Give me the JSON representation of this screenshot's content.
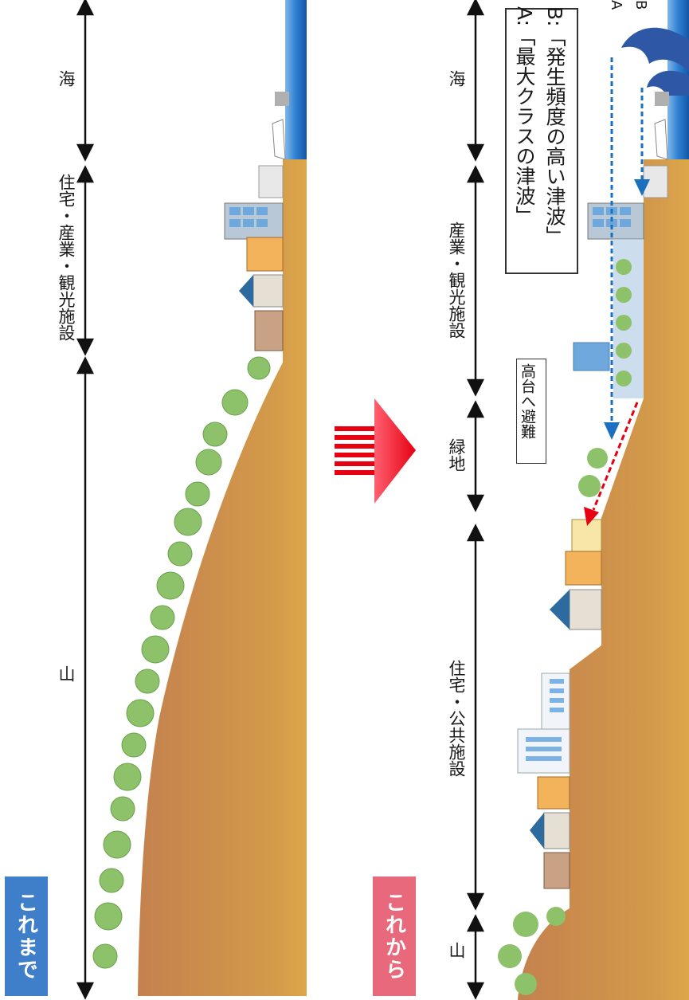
{
  "badges": {
    "before": "これまで",
    "after": "これから",
    "before_color": "#3f7fc9",
    "after_color": "#e8697c"
  },
  "before": {
    "zones": [
      {
        "label": "海",
        "from": 0,
        "to": 195
      },
      {
        "label": "住宅・産業・観光施設",
        "from": 205,
        "to": 440
      },
      {
        "label": "山",
        "from": 450,
        "to": 1250
      }
    ]
  },
  "after": {
    "zones": [
      {
        "label": "海",
        "from": 0,
        "to": 195
      },
      {
        "label": "産業・観光施設",
        "from": 205,
        "to": 490
      },
      {
        "label": "緑地",
        "from": 505,
        "to": 640
      },
      {
        "label": "住宅・公共施設",
        "from": 660,
        "to": 1140
      },
      {
        "label": "山",
        "from": 1150,
        "to": 1250
      }
    ],
    "legend": {
      "a": "A:「最大クラスの津波」",
      "b": "B:「発生頻度の高い津波」"
    },
    "wave_markers": {
      "a": "A",
      "b": "B"
    },
    "evacuation_label": "高台へ避難"
  },
  "colors": {
    "ground": "#c98a4c",
    "ground_shadow": "#d9a24a",
    "sea": "#1f6fc0",
    "tree": "#8dc16a",
    "arrow_red": "#e60012",
    "arrow_blue": "#1b6fbf",
    "wave": "#2e58a6"
  }
}
